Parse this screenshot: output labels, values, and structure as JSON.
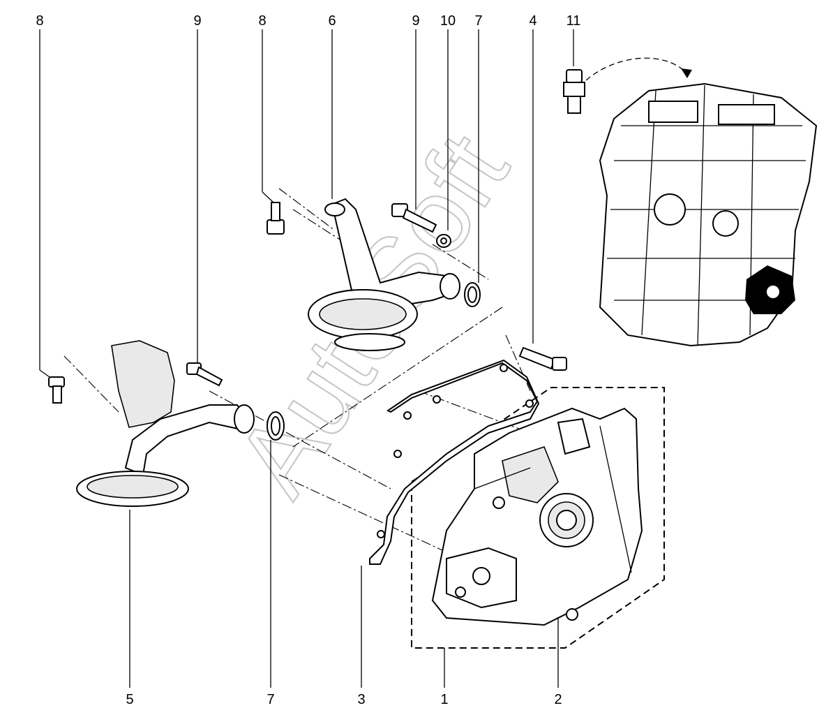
{
  "callouts": [
    {
      "id": "c1",
      "text": "8"
    },
    {
      "id": "c2",
      "text": "9"
    },
    {
      "id": "c3",
      "text": "8"
    },
    {
      "id": "c4",
      "text": "6"
    },
    {
      "id": "c5",
      "text": "9"
    },
    {
      "id": "c6",
      "text": "10"
    },
    {
      "id": "c7",
      "text": "7"
    },
    {
      "id": "c8",
      "text": "4"
    },
    {
      "id": "c9",
      "text": "11"
    },
    {
      "id": "c10",
      "text": "5"
    },
    {
      "id": "c11",
      "text": "7"
    },
    {
      "id": "c12",
      "text": "3"
    },
    {
      "id": "c13",
      "text": "1"
    },
    {
      "id": "c14",
      "text": "2"
    }
  ],
  "watermark": "AutoSoft",
  "colors": {
    "line": "#000000",
    "watermark": "#c8c8c8",
    "background": "#ffffff"
  }
}
